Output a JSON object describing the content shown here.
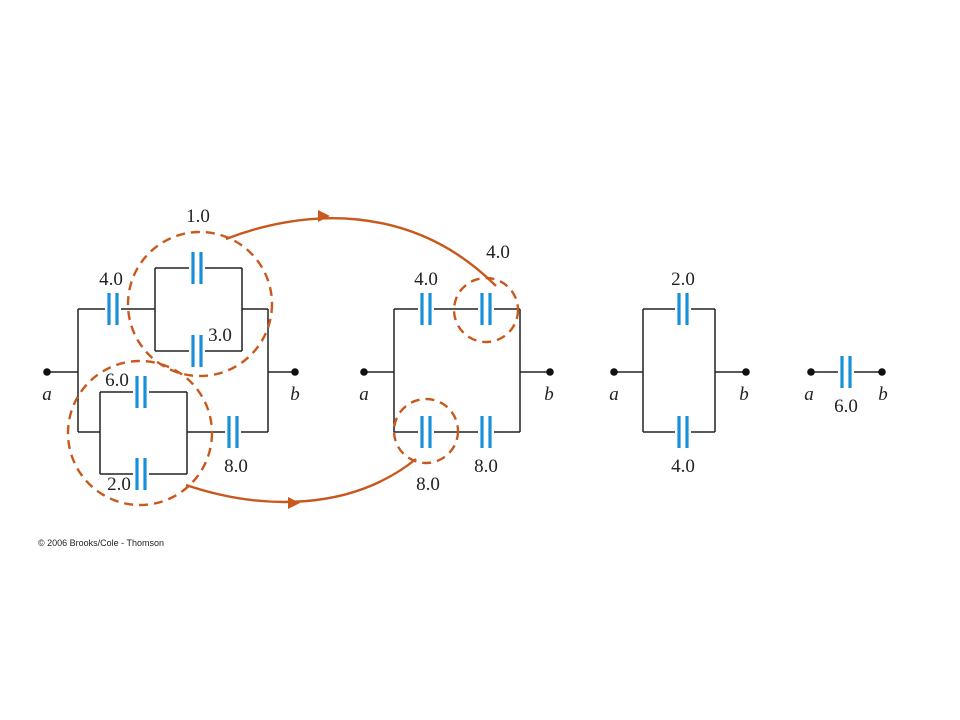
{
  "diagram": {
    "stage1": {
      "terminal_a": "a",
      "terminal_b": "b",
      "capacitors": [
        "4.0",
        "1.0",
        "3.0",
        "6.0",
        "2.0",
        "8.0"
      ]
    },
    "stage2": {
      "terminal_a": "a",
      "terminal_b": "b",
      "capacitors": [
        "4.0",
        "4.0",
        "8.0",
        "8.0"
      ]
    },
    "stage3": {
      "terminal_a": "a",
      "terminal_b": "b",
      "capacitors": [
        "2.0",
        "4.0"
      ]
    },
    "stage4": {
      "terminal_a": "a",
      "terminal_b": "b",
      "capacitors": [
        "6.0"
      ]
    }
  },
  "credit": "© 2006 Brooks/Cole - Thomson",
  "colors": {
    "capacitor": "#1a8fd9",
    "highlight": "#c8581c",
    "wire": "#222222"
  }
}
